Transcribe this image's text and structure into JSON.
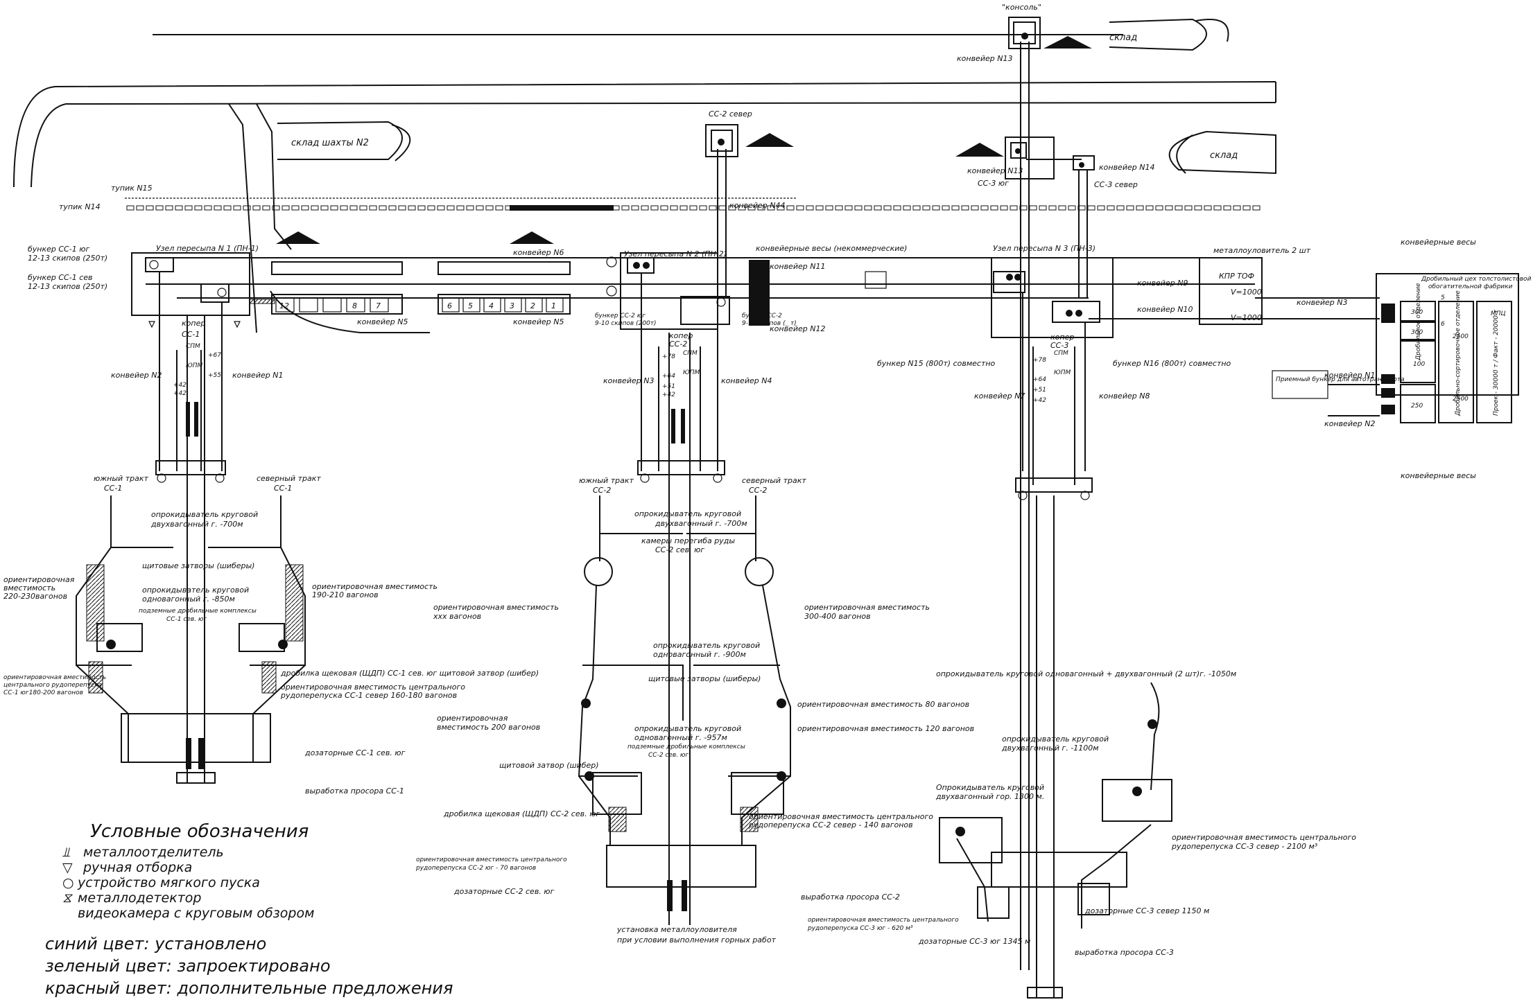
{
  "top": {
    "konsol": "\"консоль\"",
    "sklad_right_top": "склад",
    "sklad_shaft2": "склад шахты N2",
    "sklad_right": "склад",
    "cc2_sever_box": "СС-2 север",
    "konv_44": "конвейер N44",
    "konv_13_top": "конвейер N13",
    "konv_13": "конвейер N13",
    "konv_14": "конвейер N14",
    "cc3_yug": "СС-3 юг",
    "cc3_sever": "СС-3 север",
    "tupik_15": "тупик N15",
    "tupik_14": "тупик N14"
  },
  "node1": {
    "title": "Узел пересыпа N 1 (ПН-1)",
    "bunker_yug_1": "бункер СС-1 юг",
    "bunker_yug_2": "12-13 скипов (250т)",
    "bunker_sev_1": "бункер СС-1 сев",
    "bunker_sev_2": "12-13 скипов (250т)",
    "koper": "копер",
    "koper_cc": "СС-1",
    "conv_n2": "конвейер N2",
    "conv_n1": "конвейер N1",
    "conv_n5a": "конвейер N5",
    "conv_n5b": "конвейер N5",
    "conv_n6": "конвейер N6",
    "spm": "СПМ",
    "upm": "ЮПМ",
    "m67": "+67",
    "m55": "+55",
    "m42a": "+42",
    "m42b": "+42",
    "cells_left": [
      "12",
      "",
      "",
      "8",
      "7"
    ],
    "cells_right": [
      "6",
      "5",
      "4",
      "3",
      "2",
      "1"
    ]
  },
  "node2": {
    "title": "Узел пересыпа N 2 (ПН-2)",
    "koper": "копер",
    "koper_cc": "СС-2",
    "bunker_yug_1": "бункер СС-2 юг",
    "bunker_yug_2": "9-10 скипов (200т)",
    "bunker_sev_1": "бункер СС-2",
    "bunker_sev_2": "9-10 скипов (_ т)",
    "conv_n3": "конвейер N3",
    "conv_n4": "конвейер N4",
    "conv_n11": "конвейер N11",
    "conv_n12": "конвейер N12",
    "vesy": "конвейерные весы (некоммерческие)",
    "spm": "СПМ",
    "upm": "ЮПМ",
    "m78": "+78",
    "m64": "+64",
    "m51": "+51",
    "m42": "+42"
  },
  "node3": {
    "title": "Узел пересыпа N 3 (ПН-3)",
    "koper": "копер",
    "koper_cc": "СС-3",
    "conv_n9": "конвейер N9",
    "conv_n10": "конвейер N10",
    "conv_n7": "конвейер N7",
    "conv_n8": "конвейер N8",
    "bunker15": "бункер N15 (800т) совместно",
    "bunker16": "бункер N16 (800т) совместно",
    "metall": "металлоуловитель 2 шт",
    "kpr": "КПР ТОФ",
    "v1": "V=1000",
    "v2": "V=1000",
    "conv_n3": "конвейер N3",
    "spm": "СПМ",
    "upm": "ЮПМ",
    "m78": "+78",
    "m64": "+64",
    "m51": "+51",
    "m42": "+42"
  },
  "factory": {
    "title_1": "Дробильный цех толстолистовой",
    "title_2": "обогатительной фабрики",
    "vesy_top": "конвейерные весы",
    "vesy_bottom": "конвейерные весы",
    "conv_n1": "конвейер N1",
    "conv_n2": "конвейер N2",
    "priem": "Приемный бункер для автотранспорта",
    "c300a": "300",
    "c300b": "300",
    "c100": "100",
    "c250": "250",
    "c2500a": "2500",
    "c2500b": "2500",
    "drob_otd": "Дробильное отделение",
    "drob_sort": "Дробильно-сортировочное отделение",
    "nosit": "Проек - 30000 т / Факт - 20000 т",
    "mpc": "МПЦ",
    "n5": "5",
    "n6": "6"
  },
  "cc1": {
    "south_tract_1": "южный тракт",
    "south_tract_2": "СС-1",
    "north_tract_1": "северный тракт",
    "north_tract_2": "СС-1",
    "oprok_1": "опрокидыватель круговой",
    "oprok_2": "двухвагонный г. -700м",
    "shit": "щитовые затворы (шиберы)",
    "vmest_left_1": "ориентировочная",
    "vmest_left_2": "вместимость",
    "vmest_left_3": "220-230вагонов",
    "vmest_right_1": "ориентировочная вместимость",
    "vmest_right_2": "190-210 вагонов",
    "oprok2_1": "опрокидыватель круговой",
    "oprok2_2": "одновагонный г. -850м",
    "podz_1": "подземные дробильные комплексы",
    "podz_2": "СС-1 сев. юг",
    "drob": "дробилка щековая (ЩДП) СС-1 сев. юг щитовой затвор (шибер)",
    "central_left_1": "ориентировочная вместимость",
    "central_left_2": "центрального рудоперепуска",
    "central_left_3": "СС-1 юг180-200 вагонов",
    "central_right_1": "ориентировочная вместимость центрального",
    "central_right_2": "рудоперепуска СС-1 север 160-180 вагонов",
    "dozator": "дозаторные СС-1 сев. юг",
    "vyrab": "выработка просора СС-1"
  },
  "cc2": {
    "south_tract_1": "южный тракт",
    "south_tract_2": "СС-2",
    "north_tract_1": "северный тракт",
    "north_tract_2": "СС-2",
    "oprok_1": "опрокидыватель круговой",
    "oprok_2": "двухвагонный г. -700м",
    "kamery_1": "камеры перегиба руды",
    "kamery_2": "СС-2 сев. юг",
    "vmest_left_1": "ориентировочная вместимость",
    "vmest_left_2": "ххх вагонов",
    "vmest_right_1": "ориентировочная вместимость",
    "vmest_right_2": "300-400 вагонов",
    "oprok2_1": "опрокидыватель круговой",
    "oprok2_2": "одновагонный г. -900м",
    "shit": "щитовые затворы (шиберы)",
    "vmest80": "ориентировочная вместимость 80 вагонов",
    "vmest120": "ориентировочная вместимость 120 вагонов",
    "vmest200_1": "ориентировочная",
    "vmest200_2": "вместимость 200 вагонов",
    "oprok3_1": "опрокидыватель круговой",
    "oprok3_2": "одновагонный г. -957м",
    "podz_1": "подземные дробильные комплексы",
    "podz_2": "СС-2 сев. юг",
    "shit2": "щитовой затвор (шибер)",
    "drob": "дробилка щековая (ЩДП) СС-2 сев. юг",
    "central_right_1": "ориентировочная вместимость центрального",
    "central_right_2": "рудоперепуска СС-2 север - 140 вагонов",
    "central_left_1": "ориентировочная вместимость центрального",
    "central_left_2": "рудоперепуска СС-2 юг - 70 вагонов",
    "dozator": "дозаторные СС-2 сев. юг",
    "vyrab": "выработка просора СС-2",
    "ustan_1": "установка металлоуловителя",
    "ustan_2": "при условии выполнения горных работ"
  },
  "cc3": {
    "oprok_top": "опрокидыватель круговой одновагонный + двухвагонный (2 шт)г. -1050м",
    "oprok2_1": "опрокидыватель круговой",
    "oprok2_2": "двухвагонный г. -1100м",
    "oprok3_1": "Опрокидыватель круговой",
    "oprok3_2": "двухвагонный гор. 1300 м.",
    "central_right_1": "ориентировочная вместимость центрального",
    "central_right_2": "рудоперепуска СС-3 север - 2100 м³",
    "central_left_1": "ориентировочная вместимость центрального",
    "central_left_2": "рудоперепуска СС-3 юг - 620 м³",
    "dozator_sev": "дозаторные СС-3 север 1150 м",
    "dozator_yug": "дозаторные СС-3 юг 1345 м",
    "vyrab": "выработка просора СС-3"
  },
  "legend": {
    "title": "Условные обозначения",
    "items": [
      {
        "symbol": "⫫",
        "label": "металлоотделитель"
      },
      {
        "symbol": "▽",
        "label": "ручная отборка"
      },
      {
        "symbol": "○",
        "label": "устройство мягкого пуска"
      },
      {
        "symbol": "⧖",
        "label": "металлодетектор"
      },
      {
        "symbol": "",
        "label": "видеокамера с круговым обзором"
      }
    ],
    "colors": [
      "синий цвет: установлено",
      "зеленый цвет: запроектировано",
      "красный цвет: дополнительные предложения"
    ]
  }
}
